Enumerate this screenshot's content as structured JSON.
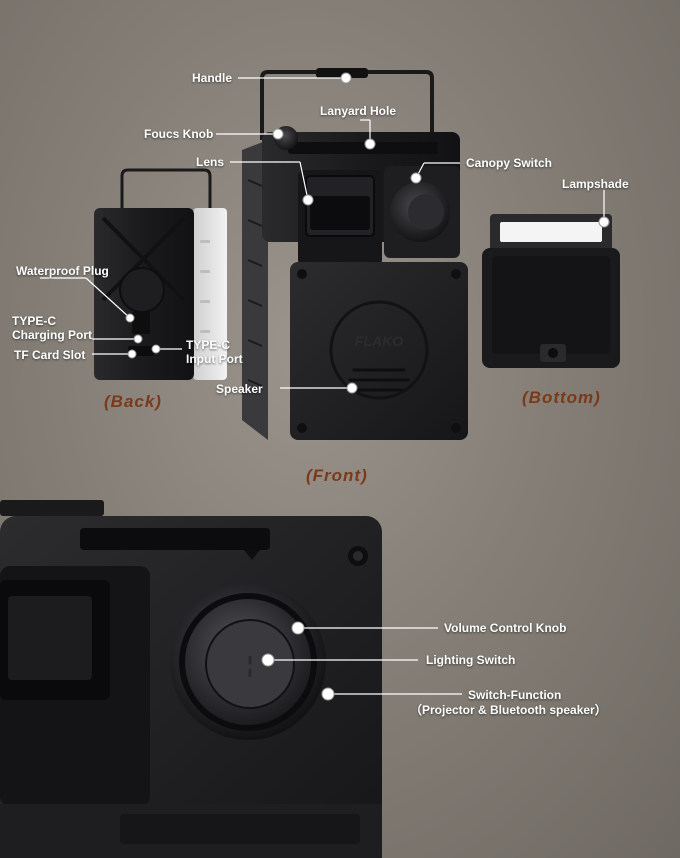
{
  "labels": {
    "handle": "Handle",
    "lanyard_hole": "Lanyard Hole",
    "focus_knob": "Foucs Knob",
    "lens": "Lens",
    "canopy_switch": "Canopy Switch",
    "lampshade": "Lampshade",
    "waterproof_plug": "Waterproof Plug",
    "type_c_charging": "TYPE-C Charging Port",
    "tf_card_slot": "TF Card Slot",
    "type_c_input": "TYPE-C Input Port",
    "speaker": "Speaker",
    "volume_knob": "Volume Control Knob",
    "lighting_switch": "Lighting Switch",
    "switch_function": "Switch-Function",
    "switch_function_sub": "（Projector & Bluetooth speaker）"
  },
  "views": {
    "back": "(Back)",
    "bottom": "(Bottom)",
    "front": "(Front)"
  },
  "device_logo": "FLAKO",
  "colors": {
    "label_text": "#ffffff",
    "view_text": "#7a3a1a",
    "leader_line": "#ffffff",
    "body_black": "#1c1c1e",
    "body_white": "#e8e8e8"
  }
}
